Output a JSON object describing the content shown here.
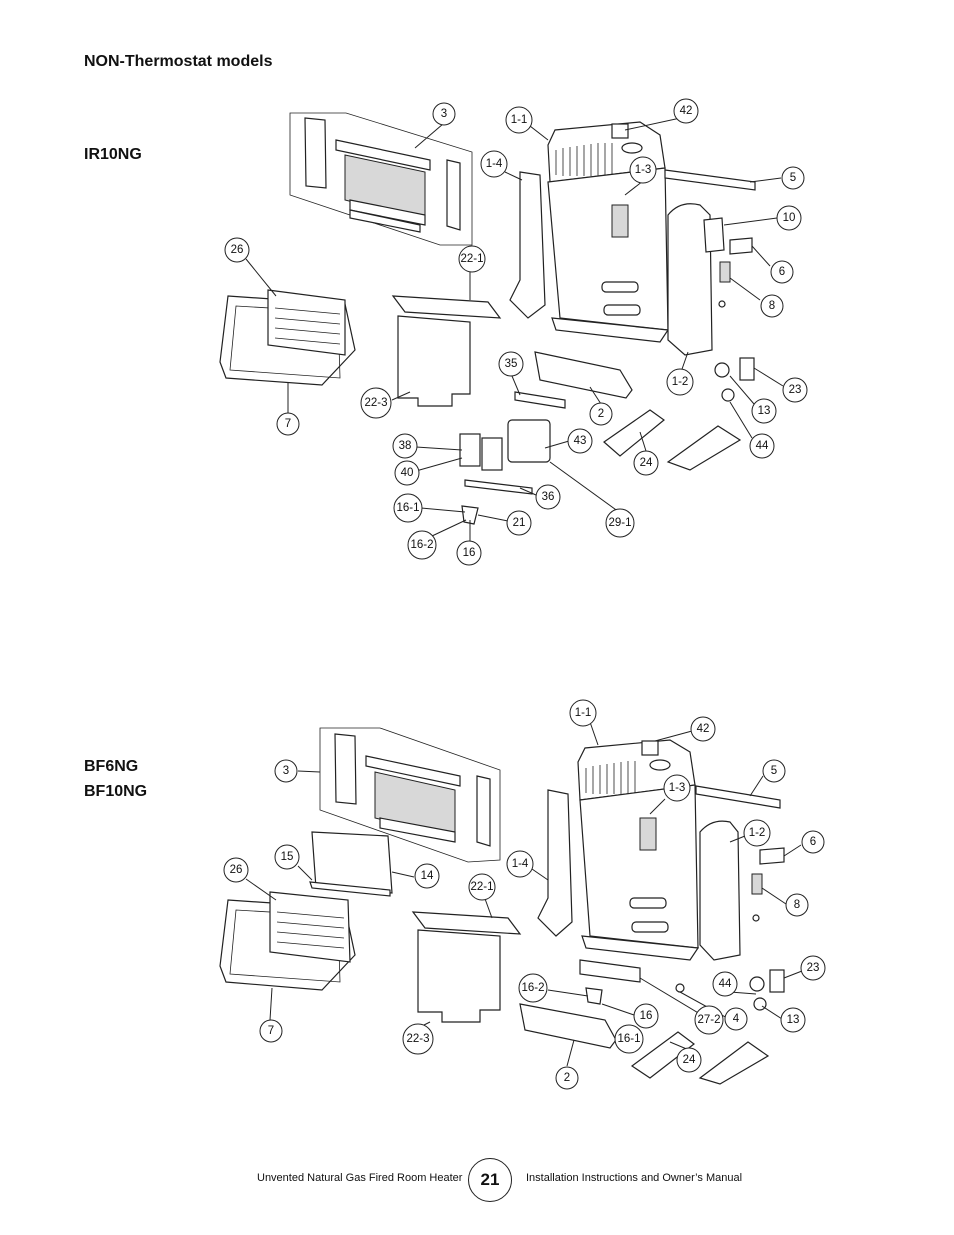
{
  "headings": {
    "section": "NON-Thermostat models",
    "model_a": "IR10NG",
    "model_b1": "BF6NG",
    "model_b2": "BF10NG"
  },
  "diagram_a_callouts": [
    "3",
    "1-1",
    "42",
    "1-4",
    "1-3",
    "5",
    "10",
    "26",
    "22-1",
    "6",
    "8",
    "35",
    "1-2",
    "23",
    "22-3",
    "2",
    "13",
    "7",
    "38",
    "43",
    "44",
    "40",
    "24",
    "36",
    "16-1",
    "21",
    "29-1",
    "16-2",
    "16"
  ],
  "diagram_b_callouts": [
    "1-1",
    "42",
    "3",
    "5",
    "1-3",
    "1-2",
    "6",
    "15",
    "26",
    "14",
    "1-4",
    "22-1",
    "8",
    "23",
    "44",
    "16-2",
    "13",
    "16",
    "27-2",
    "4",
    "7",
    "16-1",
    "22-3",
    "24",
    "2"
  ],
  "footer": {
    "left": "Unvented Natural Gas Fired Room Heater",
    "page": "21",
    "right": "Installation Instructions and Owner’s Manual"
  }
}
